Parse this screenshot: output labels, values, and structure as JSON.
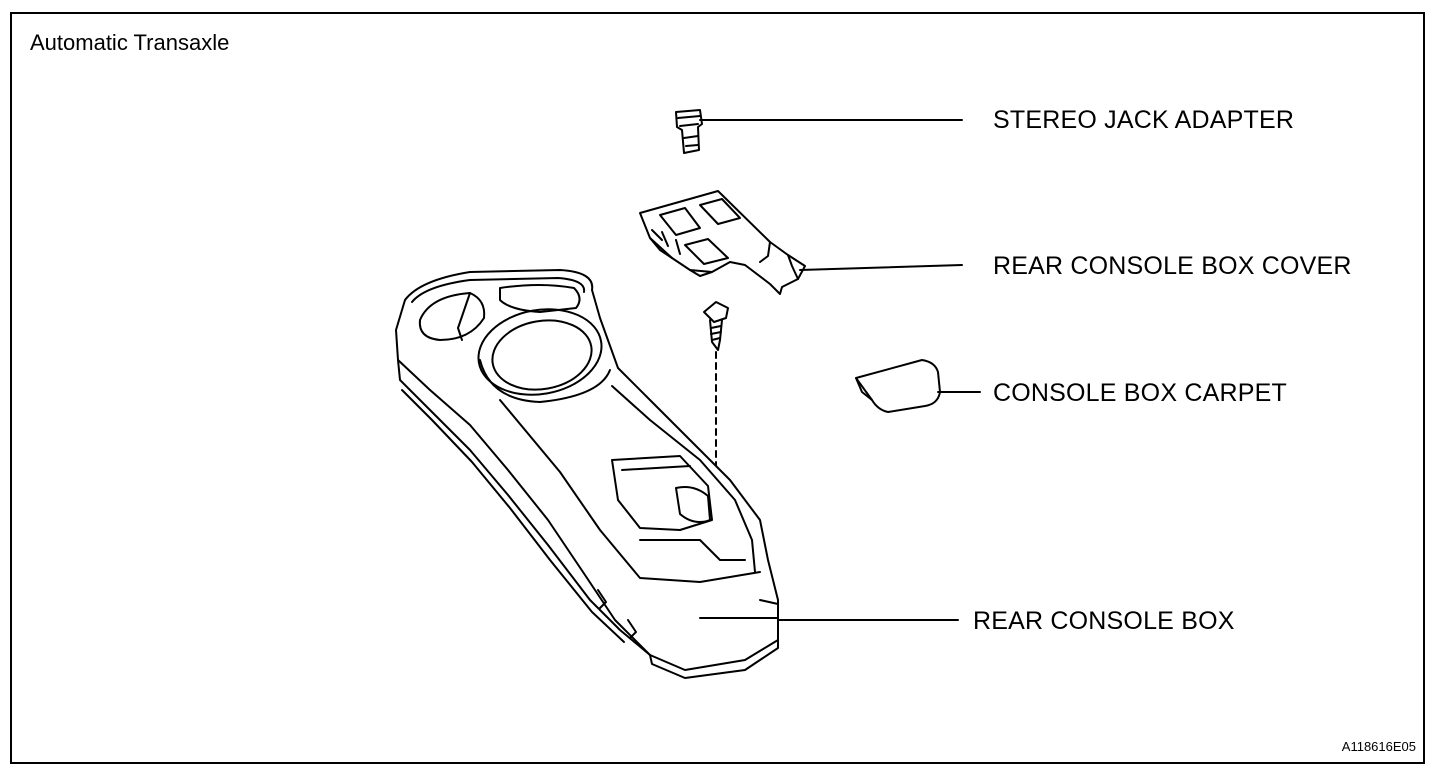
{
  "diagram": {
    "title": "Automatic Transaxle",
    "figure_id": "A118616E05",
    "parts": {
      "stereo_jack_adapter": "STEREO JACK ADAPTER",
      "rear_console_box_cover": "REAR CONSOLE BOX COVER",
      "console_box_carpet": "CONSOLE BOX CARPET",
      "rear_console_box": "REAR CONSOLE BOX"
    }
  }
}
